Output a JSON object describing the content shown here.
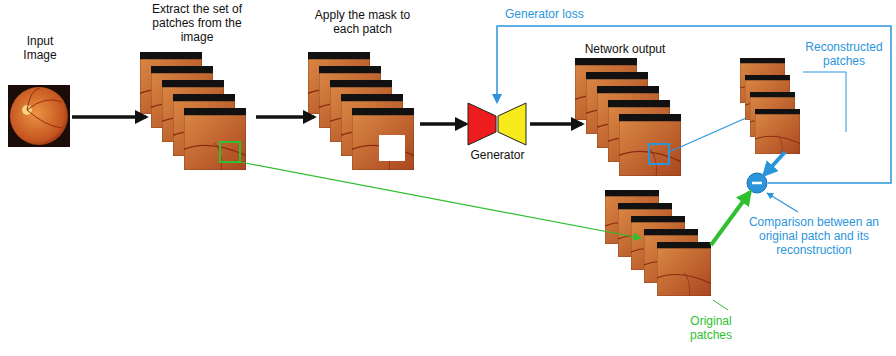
{
  "diagram": {
    "nodes": [
      {
        "text": [
          "Input Image"
        ]
      },
      {
        "text": [
          "Extract the set of patches from the image"
        ]
      },
      {
        "text": [
          "Apply the mask to each patch"
        ]
      },
      {
        "text": [
          "Generator"
        ]
      },
      {
        "text": [
          "Network output"
        ]
      },
      {
        "text": [
          "Reconstructed patches"
        ]
      },
      {
        "text": [
          "Comparison between an original patch and its reconstruction"
        ]
      },
      {
        "text": [
          "Original patches"
        ]
      }
    ],
    "edges": [
      {
        "from": 0,
        "to": 1,
        "arrow": "to"
      },
      {
        "from": 1,
        "to": 2,
        "arrow": "to"
      },
      {
        "from": 2,
        "to": 3,
        "arrow": "to"
      },
      {
        "from": 3,
        "to": 4,
        "arrow": "to"
      },
      {
        "from": 4,
        "to": 5,
        "arrow": "none"
      },
      {
        "from": 5,
        "to": 6,
        "arrow": "to"
      },
      {
        "from": 7,
        "to": 6,
        "arrow": "to"
      },
      {
        "from": 1,
        "to": 7,
        "arrow": "to"
      },
      {
        "from": 6,
        "to": 3,
        "label": "Generator loss",
        "arrow": "to"
      }
    ]
  }
}
